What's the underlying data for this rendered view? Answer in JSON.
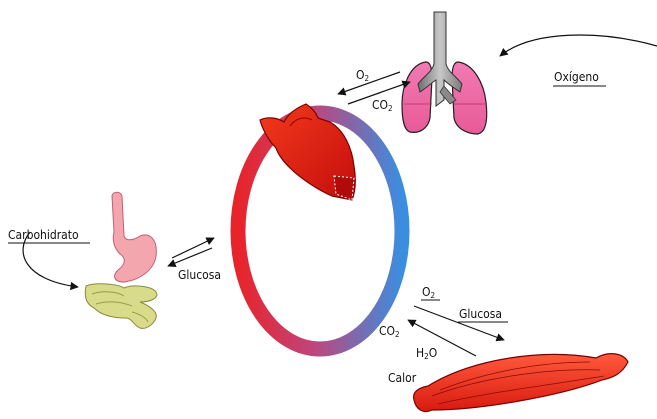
{
  "labels": {
    "oxigeno": "Oxígeno",
    "o2_lungs": "O",
    "o2_lungs_sub": "2",
    "co2_lungs": "CO",
    "co2_lungs_sub": "2",
    "carbohidrato": "Carbohidrato",
    "glucosa_digestive": "Glucosa",
    "o2_muscle": "O",
    "o2_muscle_sub": "2",
    "glucosa_muscle": "Glucosa",
    "co2_muscle": "CO",
    "co2_muscle_sub": "2",
    "h2o_h": "H",
    "h2o_sub": "2",
    "h2o_o": "O",
    "calor": "Calor"
  },
  "colors": {
    "circulation_arterial": "#e8242a",
    "circulation_venous": "#3a8ee0",
    "heart": "#e8190f",
    "lungs": "#f06aa8",
    "trachea": "#9a9a9a",
    "stomach": "#f4a0a8",
    "intestine": "#d4d98a",
    "muscle": "#e8251a"
  }
}
